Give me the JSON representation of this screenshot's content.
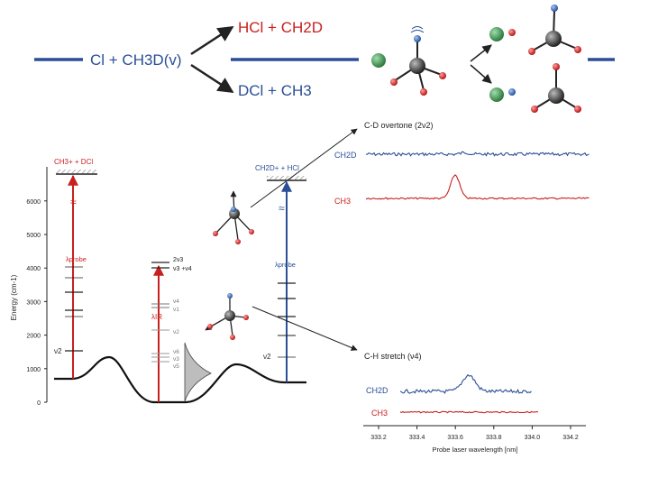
{
  "reaction": {
    "reactants": "Cl + CH3D(v)",
    "product_upper": "HCl + CH2D",
    "product_lower": "DCl + CH3"
  },
  "energy_axis": {
    "label": "Energy (cm-1)",
    "ticks": [
      "0",
      "1000",
      "2000",
      "3000",
      "4000",
      "5000",
      "6000"
    ]
  },
  "left_panel": {
    "ion_label": "CH3+ + DCl",
    "probe_label": "λprobe",
    "nu2_label": "ν2",
    "ir_label": "λIR",
    "levels_top": [
      "2ν3",
      "ν3 +ν4"
    ],
    "levels_mid": [
      "ν4",
      "ν1"
    ],
    "level_nu2": "ν2",
    "levels_low": [
      "ν6",
      "ν3",
      "ν5"
    ]
  },
  "right_panel": {
    "ion_label": "CH2D+ + HCl",
    "probe_label": "λprobe",
    "nu2_label": "ν2"
  },
  "spectra": {
    "top_title": "C-D overtone (2ν2)",
    "bottom_title": "C-H stretch (ν4)",
    "trace_ch2d": "CH2D",
    "trace_ch3": "CH3",
    "x_ticks": [
      "333.2",
      "333.4",
      "333.6",
      "333.8",
      "334.0",
      "334.2"
    ],
    "x_label": "Probe laser wavelength [nm]"
  },
  "colors": {
    "blue": "#2a4f95",
    "red": "#c8201e",
    "atom_green": "#3a8a4a",
    "atom_gray": "#555555"
  }
}
